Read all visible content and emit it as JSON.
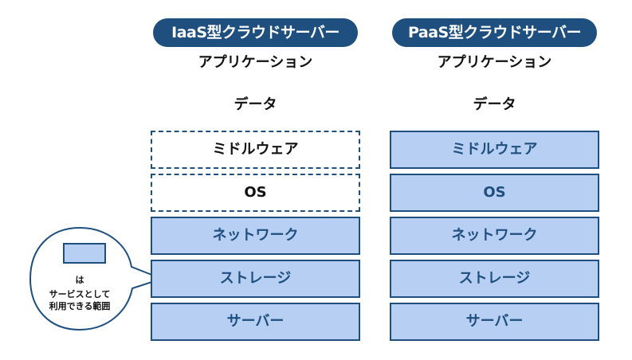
{
  "colors": {
    "pill": "#1e4f7e",
    "service_fill": "#b7cff3",
    "service_text": "#1e4f7e",
    "border": "#1e4f7e"
  },
  "iaas": {
    "title": "IaaS型クラウドサーバー",
    "application": "アプリケーション",
    "data": "データ",
    "middleware": "ミドルウェア",
    "os": "OS",
    "network": "ネットワーク",
    "storage": "ストレージ",
    "server": "サーバー"
  },
  "paas": {
    "title": "PaaS型クラウドサーバー",
    "application": "アプリケーション",
    "data": "データ",
    "middleware": "ミドルウェア",
    "os": "OS",
    "network": "ネットワーク",
    "storage": "ストレージ",
    "server": "サーバー"
  },
  "legend": {
    "particle": "は",
    "line1": "サービスとして",
    "line2": "利用できる範囲"
  }
}
